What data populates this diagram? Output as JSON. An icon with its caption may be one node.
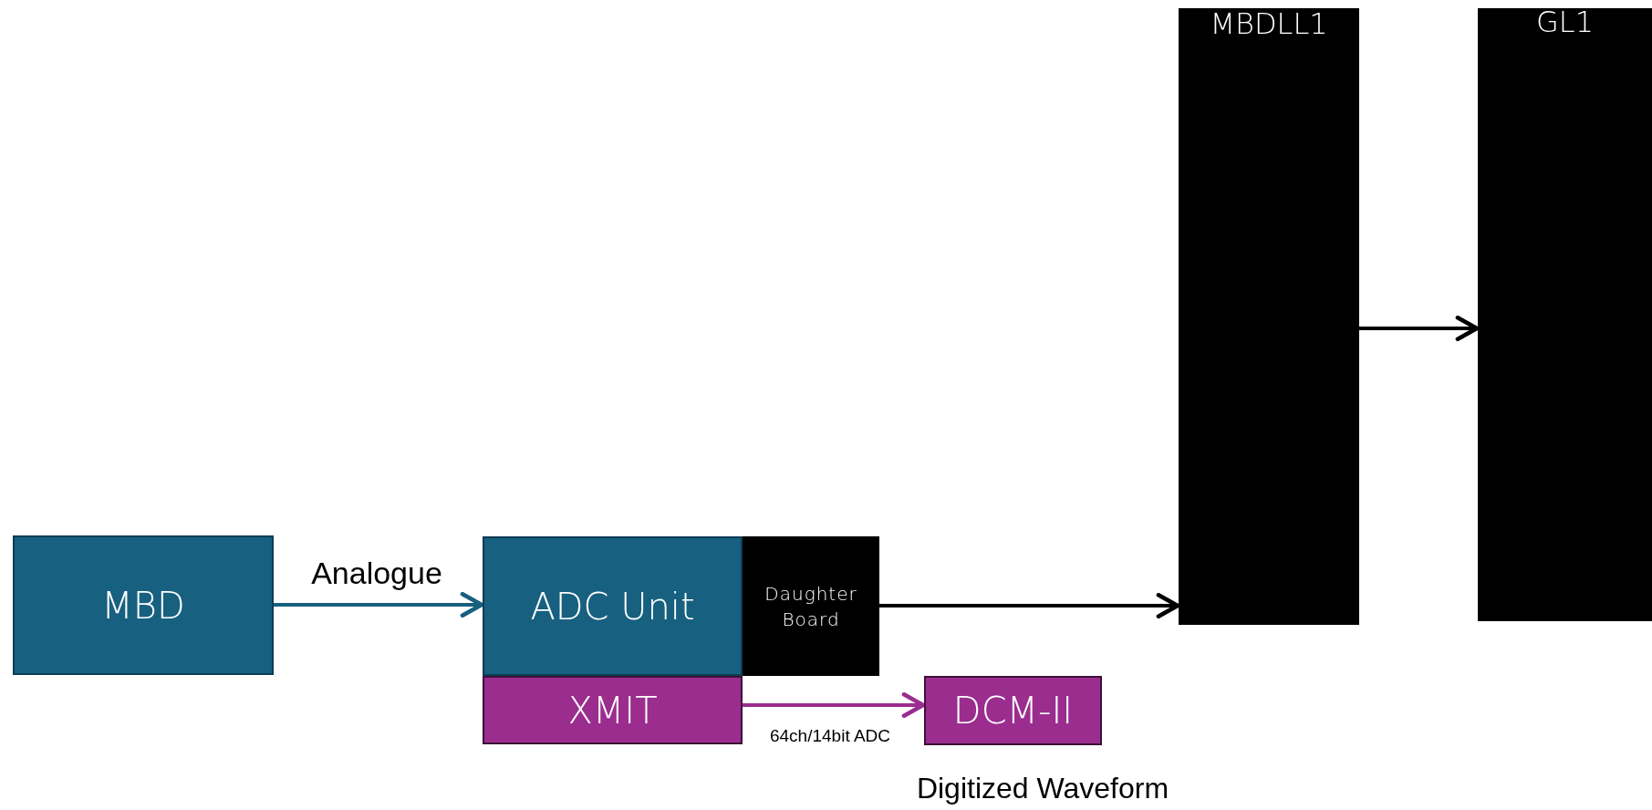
{
  "diagram": {
    "nodes": [
      {
        "text": [
          "MBD"
        ]
      },
      {
        "text": [
          "ADC Unit"
        ]
      },
      {
        "text": [
          "Daughter Board"
        ]
      },
      {
        "text": [
          "XMIT"
        ]
      },
      {
        "text": [
          "DCM-II"
        ]
      },
      {
        "text": [
          "MBDLL1"
        ]
      },
      {
        "text": [
          "GL1"
        ]
      }
    ],
    "edges": [
      {
        "from": 0,
        "to": 1,
        "arrow": "to",
        "label": "Analogue",
        "color": "#17607f"
      },
      {
        "from": 2,
        "to": 5,
        "arrow": "to"
      },
      {
        "from": 5,
        "to": 6,
        "arrow": "to"
      },
      {
        "from": 3,
        "to": 4,
        "arrow": "to",
        "label": "64ch/14bit ADC",
        "color": "#9b2d8f"
      }
    ],
    "labels": [
      "Digitized Waveform"
    ]
  }
}
